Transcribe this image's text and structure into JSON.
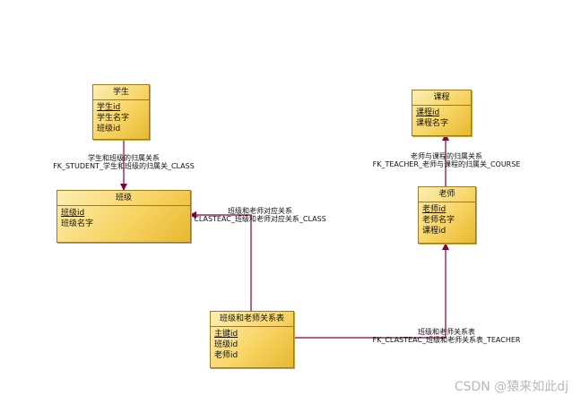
{
  "entities": {
    "student": {
      "title": "学生",
      "fields": [
        "学生id",
        "学生名字",
        "班级id"
      ]
    },
    "class": {
      "title": "班级",
      "fields": [
        "班级id",
        "班级名字"
      ]
    },
    "course": {
      "title": "课程",
      "fields": [
        "课程id",
        "课程名字"
      ]
    },
    "teacher": {
      "title": "老师",
      "fields": [
        "老师id",
        "老师名字",
        "课程id"
      ]
    },
    "classteacher": {
      "title": "班级和老师关系表",
      "fields": [
        "主键id",
        "班级id",
        "老师id"
      ]
    }
  },
  "relations": {
    "student_class": {
      "line1": "学生和班级的归属关系",
      "line2": "FK_STUDENT_学生和班级的归属关_CLASS"
    },
    "teacher_course": {
      "line1": "老师与课程的归属关系",
      "line2": "FK_TEACHER_老师与课程的归属关_COURSE"
    },
    "classteacher_class": {
      "line1": "班级和老师对应关系",
      "line2": "CLASTEAC_班级和老师对应关系_CLASS"
    },
    "classteacher_teacher": {
      "line1": "班级和老师关系表",
      "line2": "FK_CLASTEAC_班级和老师关系表_TEACHER"
    }
  },
  "watermark": "CSDN @猿来如此dj",
  "colors": {
    "line": "#800040",
    "entity_fill": "#f7d463",
    "entity_border": "#9a7a26"
  }
}
